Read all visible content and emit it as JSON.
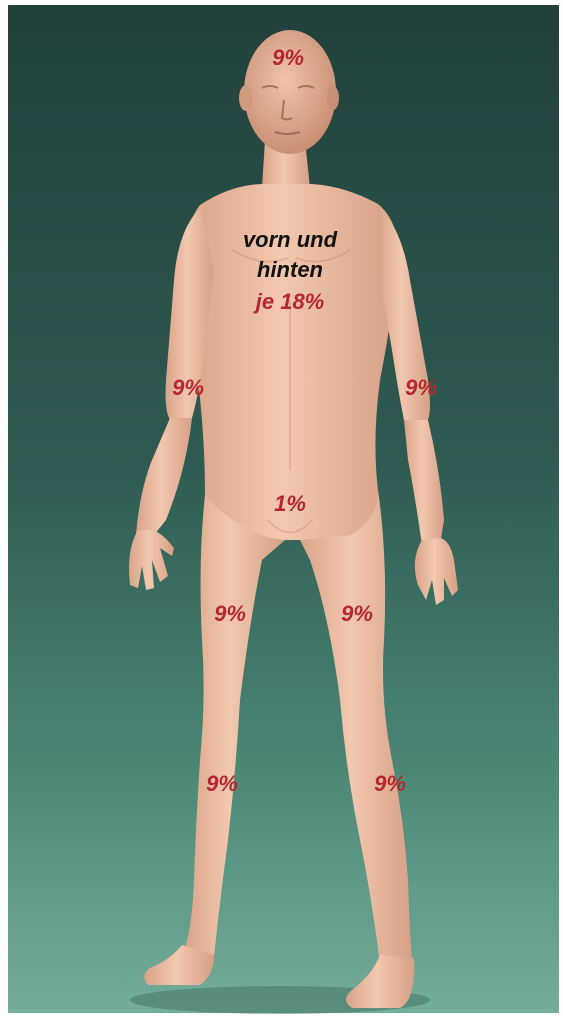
{
  "colors": {
    "background_top": "#20403d",
    "background_bottom": "#6aa592",
    "skin": "#eec0a5",
    "label_red": "#b5262f",
    "label_black": "#111111"
  },
  "labels": {
    "head": "9%",
    "trunk_line1": "vorn und",
    "trunk_line2": "hinten",
    "trunk_value": "je 18%",
    "arm_right": "9%",
    "arm_left": "9%",
    "genital": "1%",
    "thigh_right": "9%",
    "thigh_left": "9%",
    "calf_right": "9%",
    "calf_left": "9%"
  }
}
